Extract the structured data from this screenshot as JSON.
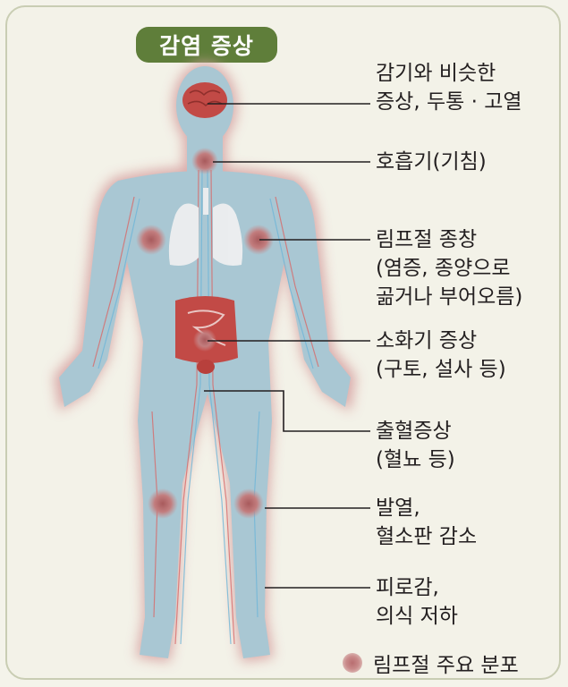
{
  "title": "감염 증상",
  "labels": {
    "fever_like": [
      "감기와 비슷한",
      "증상, 두통 · 고열"
    ],
    "respiratory": [
      "호흡기(기침)"
    ],
    "lymph": [
      "림프절 종창",
      "(염증, 종양으로",
      "곪거나 부어오름)"
    ],
    "digestive": [
      "소화기 증상",
      "(구토, 설사 등)"
    ],
    "bleeding": [
      "출혈증상",
      "(혈뇨 등)"
    ],
    "fever": [
      "발열,",
      "혈소판 감소"
    ],
    "fatigue": [
      "피로감,",
      "의식 저하"
    ]
  },
  "legend": {
    "label": "림프절 주요 분포",
    "icon": "lymph-node-dot-icon"
  },
  "colors": {
    "title_bg": "#5f7e3a",
    "body": "#a7c7d4",
    "glow": "#d9a5a5",
    "node": "#b86e70",
    "organ": "#c24a46"
  }
}
